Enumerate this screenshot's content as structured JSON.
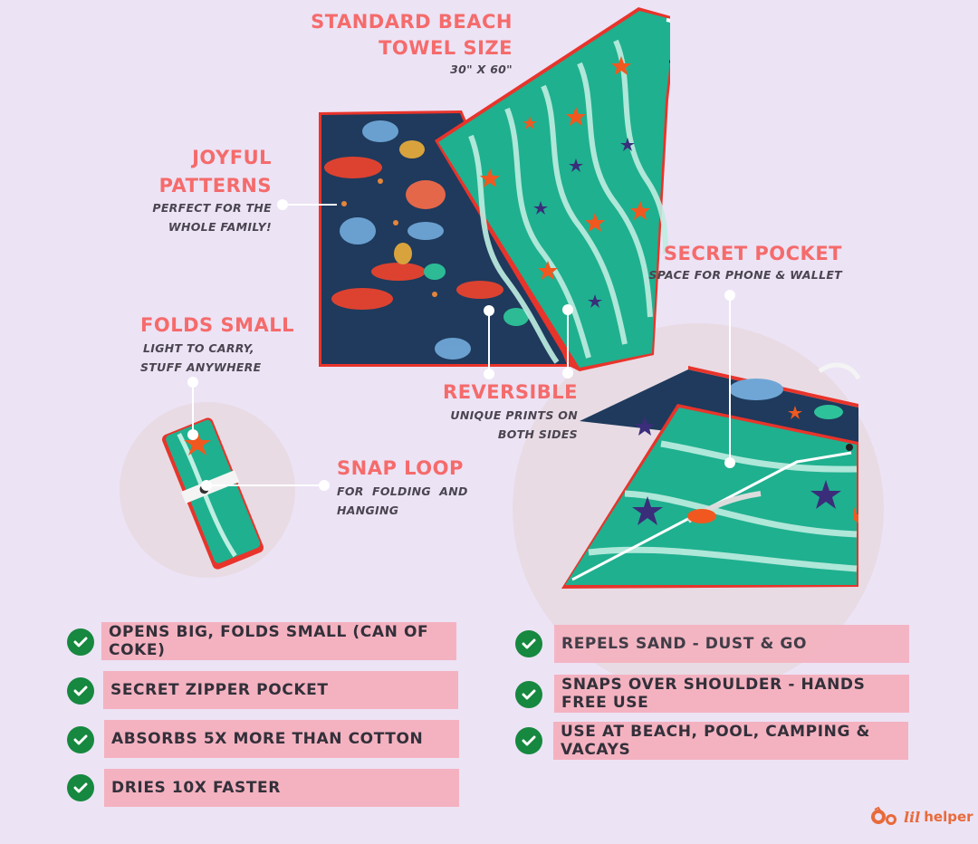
{
  "callouts": {
    "size": {
      "title_line1": "STANDARD BEACH",
      "title_line2": "TOWEL SIZE",
      "subtitle": "30\" X 60\""
    },
    "patterns": {
      "title_line1": "JOYFUL",
      "title_line2": "PATTERNS",
      "subtitle_line1": "PERFECT FOR THE",
      "subtitle_line2": "WHOLE FAMILY!"
    },
    "folds": {
      "title": "FOLDS SMALL",
      "subtitle_line1": "LIGHT TO CARRY,",
      "subtitle_line2": "STUFF ANYWHERE"
    },
    "snap_loop": {
      "title": "SNAP LOOP",
      "subtitle_line1": "FOR  FOLDING  AND",
      "subtitle_line2": "HANGING"
    },
    "reversible": {
      "title": "REVERSIBLE",
      "subtitle_line1": "UNIQUE PRINTS ON",
      "subtitle_line2": "BOTH SIDES"
    },
    "pocket": {
      "title": "SECRET POCKET",
      "subtitle": "SPACE FOR PHONE & WALLET"
    }
  },
  "features_left": [
    {
      "label": "OPENS BIG, FOLDS SMALL (CAN OF COKE)",
      "icon": "check-circle-icon"
    },
    {
      "label": "SECRET ZIPPER POCKET",
      "icon": "check-circle-icon"
    },
    {
      "label": "ABSORBS 5X MORE THAN COTTON",
      "icon": "check-circle-icon"
    },
    {
      "label": "DRIES 10X FASTER",
      "icon": "check-circle-icon"
    }
  ],
  "features_right": [
    {
      "label": "REPELS SAND - DUST & GO",
      "icon": "check-circle-icon"
    },
    {
      "label": "SNAPS OVER SHOULDER - HANDS FREE USE",
      "icon": "check-circle-icon"
    },
    {
      "label": "USE AT BEACH, POOL, CAMPING & VACAYS",
      "icon": "check-circle-icon"
    }
  ],
  "brand": {
    "lil": "lil",
    "helper": "helper"
  },
  "colors": {
    "background": "#ece3f5",
    "accent_title": "#f56b6b",
    "feature_bar": "#f4b2c0",
    "check_green": "#16883f",
    "towel_teal": "#1fb08f",
    "towel_navy": "#1f3a5c",
    "towel_edge_red": "#e8342b"
  }
}
